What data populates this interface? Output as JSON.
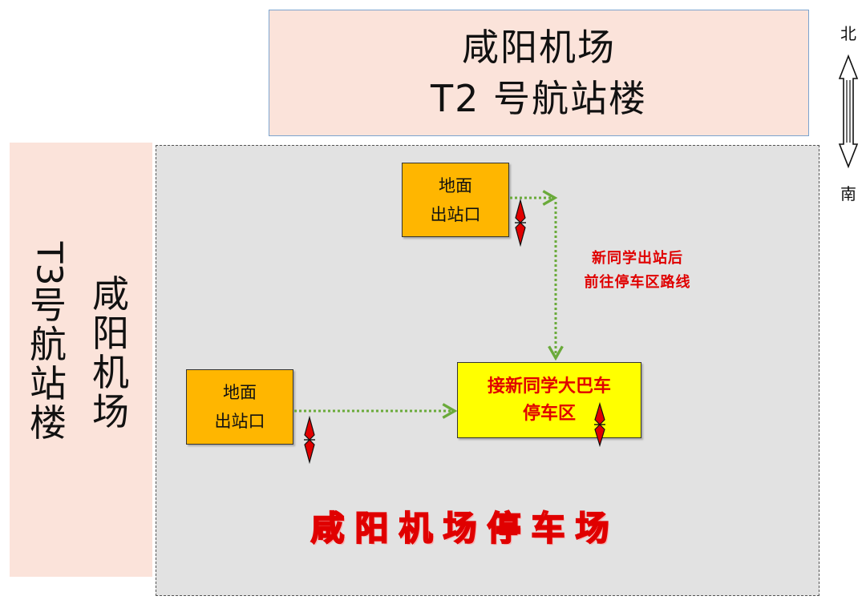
{
  "terminal_t2": {
    "line1": "咸阳机场",
    "line2": "T2 号航站楼"
  },
  "terminal_t3": {
    "column_right": [
      "咸",
      "阳",
      "机",
      "场"
    ],
    "column_left_latin": "T3",
    "column_left": [
      "号",
      "航",
      "站",
      "楼"
    ]
  },
  "exit_top": {
    "line1": "地面",
    "line2": "出站口"
  },
  "exit_left": {
    "line1": "地面",
    "line2": "出站口"
  },
  "pickup_zone": {
    "line1": "接新同学大巴车",
    "line2": "停车区"
  },
  "route_label": {
    "line1": "新同学出站后",
    "line2": "前往停车区路线"
  },
  "parking_lot_title": "咸阳机场停车场",
  "compass": {
    "north": "北",
    "south": "南"
  },
  "colors": {
    "terminal_fill": "#fbe3da",
    "lot_fill": "#e2e2e2",
    "exit_fill": "#ffb600",
    "pickup_fill": "#ffff00",
    "accent_red": "#e00000",
    "route_green": "#6aaa3a"
  },
  "icons": [
    "location-marker-icon",
    "route-arrow-icon",
    "compass-arrow-icon"
  ]
}
